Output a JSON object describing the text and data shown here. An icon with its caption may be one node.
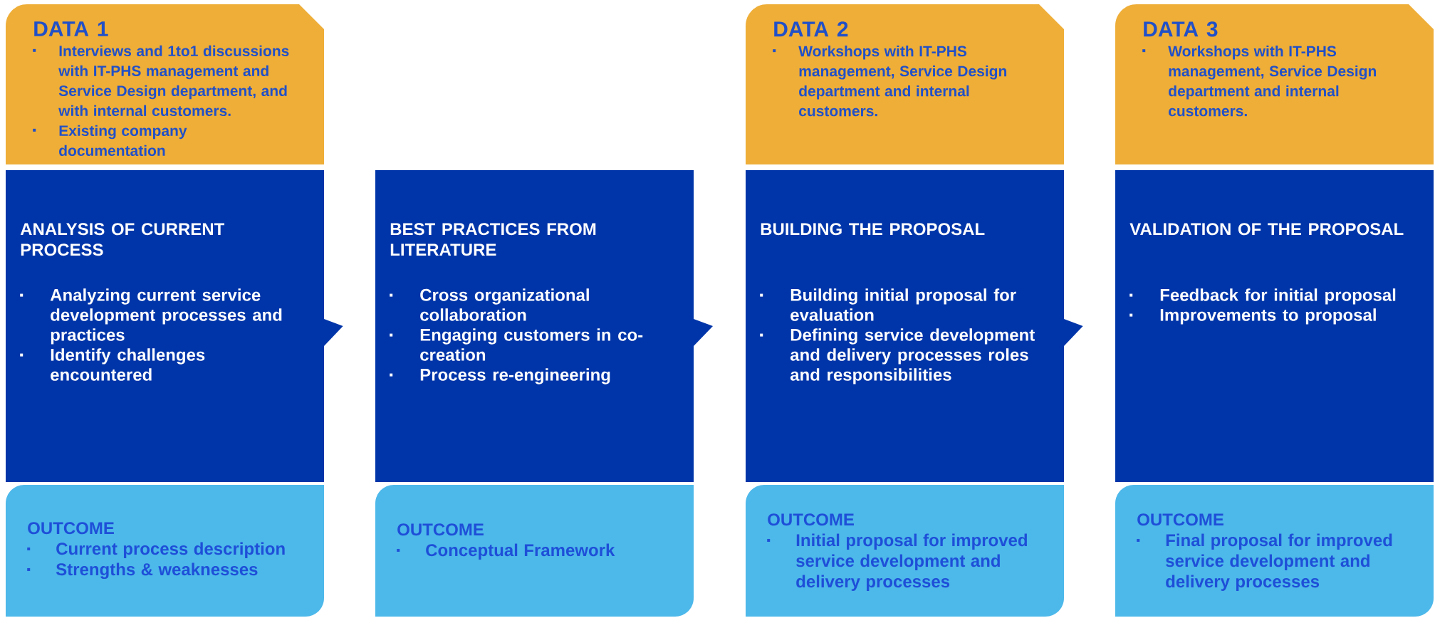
{
  "diagram": {
    "nodes": [
      {
        "text": [
          "DATA 1",
          "Interviews and 1to1 discussions with IT-PHS management and Service Design department, and with internal customers.",
          "Existing company documentation"
        ]
      },
      {
        "text": [
          "ANALYSIS OF CURRENT PROCESS",
          "Analyzing current service development processes and practices",
          "Identify challenges encountered"
        ]
      },
      {
        "text": [
          "OUTCOME",
          "Current process description",
          "Strengths & weaknesses"
        ]
      },
      {
        "text": [
          "BEST PRACTICES FROM LITERATURE",
          "Cross organizational collaboration",
          "Engaging customers in co-creation",
          "Process re-engineering"
        ]
      },
      {
        "text": [
          "OUTCOME",
          "Conceptual Framework"
        ]
      },
      {
        "text": [
          "DATA 2",
          "Workshops with IT-PHS management, Service Design department and internal customers."
        ]
      },
      {
        "text": [
          "BUILDING THE PROPOSAL",
          "Building initial proposal for evaluation",
          "Defining service development and delivery processes roles and responsibilities"
        ]
      },
      {
        "text": [
          "OUTCOME",
          "Initial proposal for improved service development and delivery processes"
        ]
      },
      {
        "text": [
          "DATA 3",
          "Workshops with IT-PHS management, Service Design department and internal customers."
        ]
      },
      {
        "text": [
          "VALIDATION OF THE PROPOSAL",
          "Feedback for initial proposal",
          "Improvements to proposal"
        ]
      },
      {
        "text": [
          "OUTCOME",
          "Final proposal for improved service development and delivery processes"
        ]
      }
    ],
    "edges": [
      {
        "from": 1,
        "to": 3,
        "arrow": "to"
      },
      {
        "from": 3,
        "to": 6,
        "arrow": "to"
      },
      {
        "from": 6,
        "to": 9,
        "arrow": "to"
      }
    ]
  }
}
